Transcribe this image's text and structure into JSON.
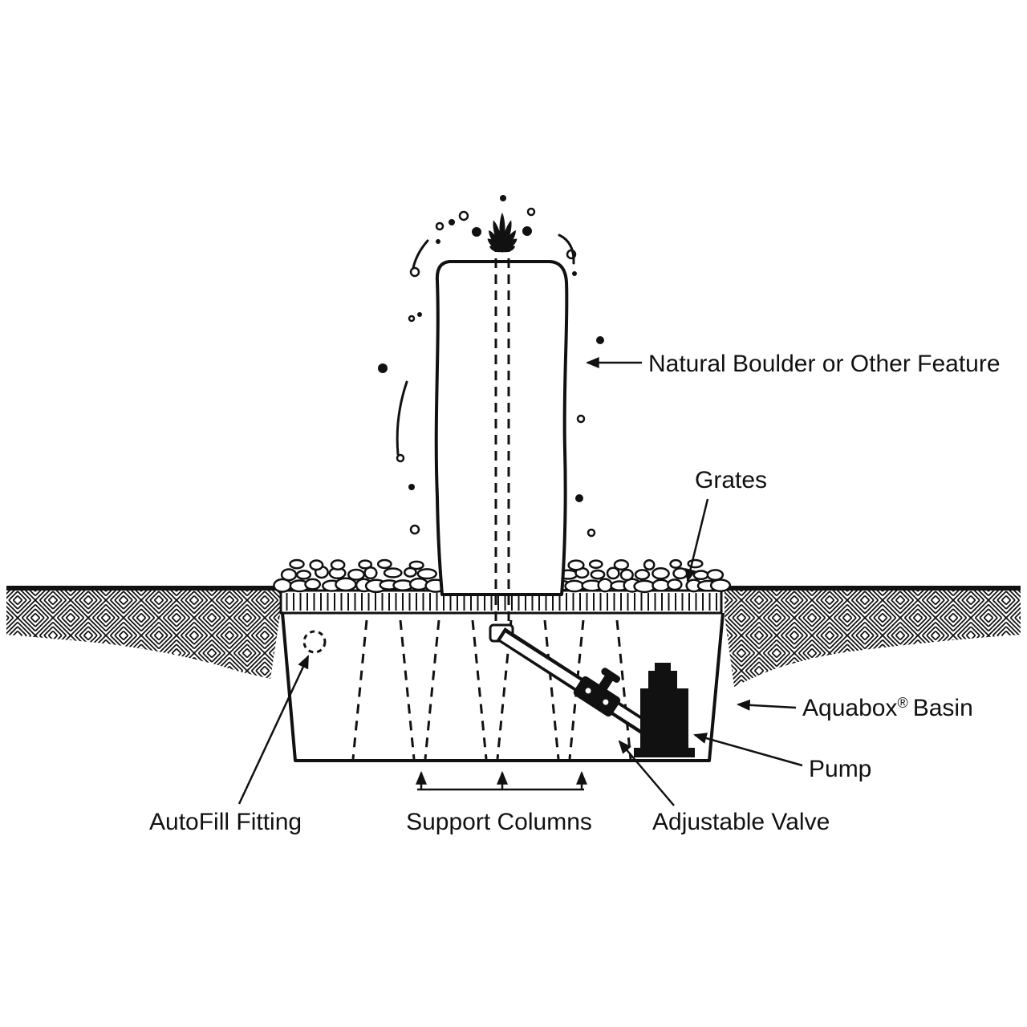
{
  "diagram": {
    "type": "fountain-basin-cross-section",
    "colors": {
      "line": "#111111",
      "background": "#ffffff",
      "fill_dark": "#111111"
    },
    "labels": {
      "boulder": "Natural Boulder or Other Feature",
      "grates": "Grates",
      "basin_name": "Aquabox",
      "basin_reg": "®",
      "basin_suffix": "Basin",
      "pump": "Pump",
      "adjustable_valve": "Adjustable Valve",
      "support_columns": "Support Columns",
      "autofill_fitting": "AutoFill Fitting"
    }
  }
}
